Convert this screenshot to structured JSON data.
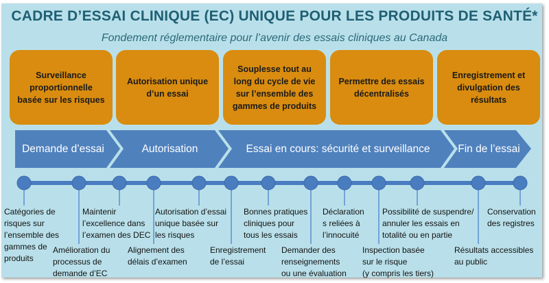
{
  "title": "CADRE D’ESSAI CLINIQUE (EC) UNIQUE POUR LES PRODUITS DE SANTÉ*",
  "subtitle": "Fondement réglementaire pour l’avenir des essais cliniques au Canada",
  "colors": {
    "background": "#b9e0ea",
    "title": "#1f5f73",
    "principle": "#d98c0f",
    "phase": "#4f81bd",
    "timeline": "#4a7cc0"
  },
  "principles": [
    "Surveillance proportionnelle basée sur les risques",
    "Autorisation unique d’un essai",
    "Souplesse tout au long du cycle de vie sur l’ensemble des gammes de produits",
    "Permettre des essais décentralisés",
    "Enregistrement et divulgation des résultats"
  ],
  "phases": [
    "Demande d’essai",
    "Autorisation",
    "Essai en cours: sécurité et surveillance",
    "Fin de l’essai"
  ],
  "milestones": [
    "Catégories de\nrisques sur\nl’ensemble des\ngammes de\nproduits",
    "Amélioration du\nprocessus de\ndemande d’EC",
    "Maintenir\nl’excellence dans\nl’examen des DEC",
    "Alignement des\ndélais d’examen",
    "Autorisation d’essai\nunique basée sur\nles risques",
    "Enregistrement\nde l’essai",
    "Bonnes pratiques\ncliniques pour\ntous les essais",
    "Demander des\nrenseignements\nou une évaluation",
    "Déclaration\ns reliées à\nl’innocuité",
    "Inspection basée\nsur le risque\n(y compris les tiers)",
    "Possibilité de suspendre/\nannuler les essais en\ntotalité ou en partie",
    "Résultats accessibles\nau public",
    "Conservation\ndes registres"
  ]
}
